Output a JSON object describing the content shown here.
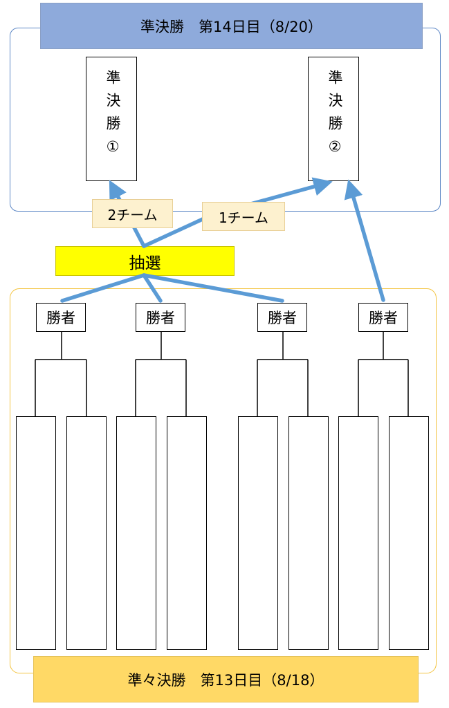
{
  "semifinal": {
    "title": "準決勝　第14日目（8/20）",
    "matches": [
      {
        "label": "準決勝①"
      },
      {
        "label": "準決勝②"
      }
    ]
  },
  "lottery": {
    "label": "抽選",
    "advance_labels": [
      "2チーム",
      "1チーム"
    ]
  },
  "quarterfinal": {
    "title": "準々決勝　第13日目（8/18）",
    "winner_label": "勝者",
    "winners": [
      "勝者",
      "勝者",
      "勝者",
      "勝者"
    ],
    "slots": [
      "",
      "",
      "",
      "",
      "",
      "",
      "",
      ""
    ]
  },
  "colors": {
    "semifinal_banner": "#8eaadb",
    "quarterfinal_banner": "#ffd966",
    "lottery": "#ffff00",
    "team_label": "#fdf1cf",
    "arrow": "#5b9bd5",
    "semifinal_frame": "#5b86c5",
    "quarterfinal_frame": "#f3c440"
  }
}
